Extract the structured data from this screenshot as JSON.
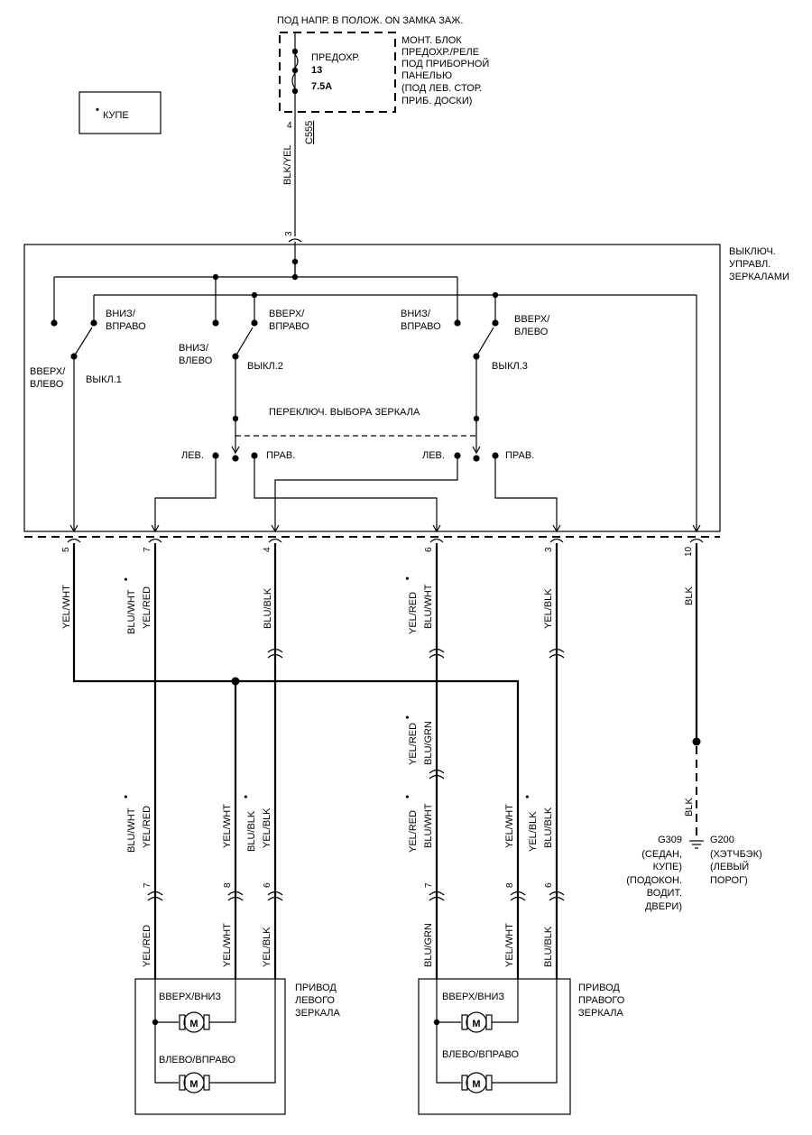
{
  "top_supply": "ПОД НАПР. В ПОЛОЖ. ON ЗАМКА ЗАЖ.",
  "fuse": {
    "name": "ПРЕДОХР.",
    "number": "13",
    "rating": "7.5A"
  },
  "fuse_box": [
    "МОНТ. БЛОК",
    "ПРЕДОХР./РЕЛЕ",
    "ПОД ПРИБОРНОЙ",
    "ПАНЕЛЬЮ",
    "(ПОД ЛЕВ. СТОР.",
    "ПРИБ. ДОСКИ)"
  ],
  "legend": "КУПЕ",
  "legend_marker": "•",
  "connector_c555": "C555",
  "pin_4_top": "4",
  "wire_supply": "BLK/YEL",
  "pin_3_top": "3",
  "switch_title": [
    "ВЫКЛЮЧ.",
    "УПРАВЛ.",
    "ЗЕРКАЛАМИ"
  ],
  "switch": {
    "down_right": [
      "ВНИЗ/",
      "ВПРАВО"
    ],
    "up_left": [
      "ВВЕРХ/",
      "ВЛЕВО"
    ],
    "up_right": [
      "ВВЕРХ/",
      "ВПРАВО"
    ],
    "down_left": [
      "ВНИЗ/",
      "ВЛЕВО"
    ],
    "sw1": "ВЫКЛ.1",
    "sw2": "ВЫКЛ.2",
    "sw3": "ВЫКЛ.3",
    "selector": "ПЕРЕКЛЮЧ. ВЫБОРА ЗЕРКАЛА",
    "left": "ЛЕВ.",
    "right": "ПРАВ."
  },
  "bottom_pins": [
    "5",
    "7",
    "4",
    "6",
    "3",
    "10"
  ],
  "wires_upper": {
    "w5": "YEL/WHT",
    "w7a": "BLU/WHT",
    "w7b": "YEL/RED",
    "w4": "BLU/BLK",
    "w6a": "YEL/RED",
    "w6b": "BLU/WHT",
    "w3": "YEL/BLK",
    "w10": "BLK"
  },
  "wires_middle": {
    "a": "YEL/RED",
    "b": "BLU/GRN"
  },
  "wires_lower": {
    "l1a": "BLU/WHT",
    "l1b": "YEL/RED",
    "l2": "YEL/WHT",
    "l3a": "BLU/BLK",
    "l3b": "YEL/BLK",
    "r1a": "YEL/RED",
    "r1b": "BLU/WHT",
    "r2": "YEL/WHT",
    "r3a": "YEL/BLK",
    "r3b": "BLU/BLK"
  },
  "mirror_pins": [
    "7",
    "8",
    "6"
  ],
  "wires_bottom": {
    "l7": "YEL/RED",
    "l8": "YEL/WHT",
    "l6": "YEL/BLK",
    "r7": "BLU/GRN",
    "r8": "YEL/WHT",
    "r6": "BLU/BLK"
  },
  "ground_wire": "BLK",
  "ground_left": [
    "G309",
    "(СЕДАН,",
    "КУПЕ)",
    "(ПОДОКОН.",
    "ВОДИТ.",
    "ДВЕРИ)"
  ],
  "ground_right": [
    "G200",
    "(ХЭТЧБЭК)",
    "(ЛЕВЫЙ",
    "ПОРОГ)"
  ],
  "mirror_left_title": [
    "ПРИВОД",
    "ЛЕВОГО",
    "ЗЕРКАЛА"
  ],
  "mirror_right_title": [
    "ПРИВОД",
    "ПРАВОГО",
    "ЗЕРКАЛА"
  ],
  "motor_updown": "ВВЕРХ/ВНИЗ",
  "motor_leftright": "ВЛЕВО/ВПРАВО",
  "motor_symbol": "M"
}
